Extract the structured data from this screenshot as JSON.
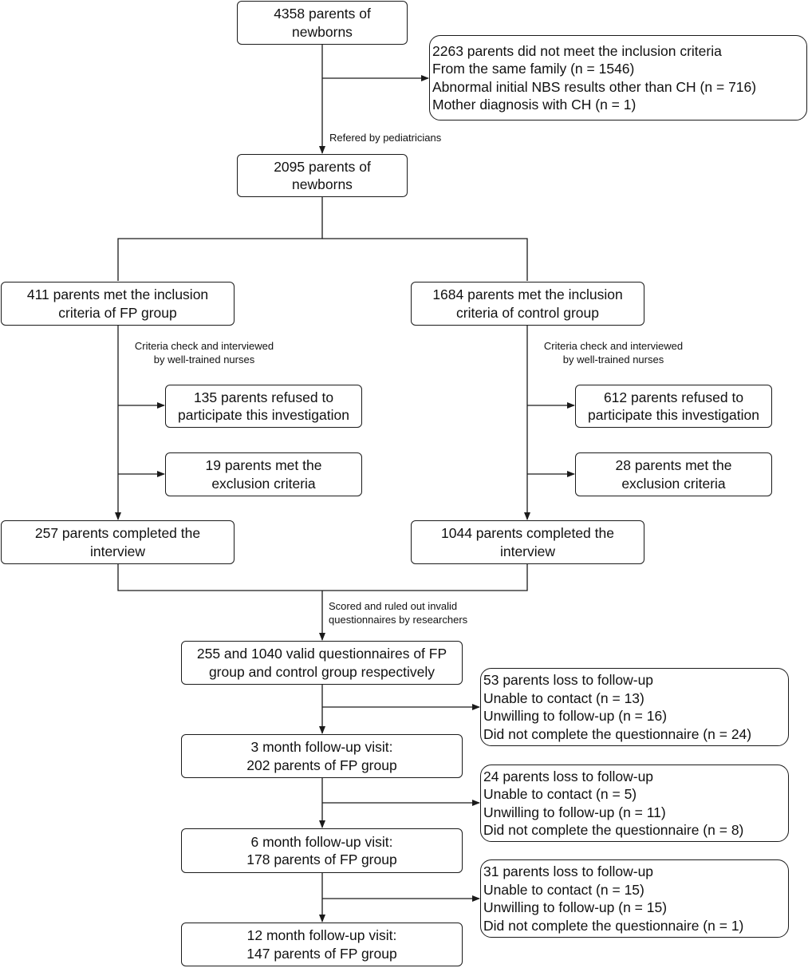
{
  "nodes": {
    "start": [
      "4358 parents of",
      "newborns"
    ],
    "excluded_initial": [
      "2263 parents did not meet the inclusion criteria",
      "From the same family (n = 1546)",
      "Abnormal initial NBS results other than CH (n = 716)",
      "Mother diagnosis with CH (n = 1)"
    ],
    "referred": [
      "2095 parents of",
      "newborns"
    ],
    "fp_inclusion": [
      "411 parents met the inclusion",
      "criteria of FP group"
    ],
    "control_inclusion": [
      "1684 parents met the inclusion",
      "criteria of control group"
    ],
    "fp_refused": [
      "135 parents refused to",
      "participate this investigation"
    ],
    "fp_excluded": [
      "19 parents met the",
      "exclusion criteria"
    ],
    "control_refused": [
      "612 parents refused to",
      "participate this investigation"
    ],
    "control_excluded": [
      "28 parents met the",
      "exclusion criteria"
    ],
    "fp_completed": [
      "257 parents completed the",
      "interview"
    ],
    "control_completed": [
      "1044 parents completed the",
      "interview"
    ],
    "valid": [
      "255 and 1040 valid questionnaires of FP",
      "group and control group respectively"
    ],
    "loss_3m": [
      "53 parents loss to follow-up",
      "Unable to contact (n = 13)",
      "Unwilling to follow-up (n = 16)",
      "Did not complete the questionnaire (n = 24)"
    ],
    "visit_3m": [
      "3 month follow-up visit:",
      "202 parents of FP group"
    ],
    "loss_6m": [
      "24 parents loss to follow-up",
      "Unable to contact (n = 5)",
      "Unwilling to follow-up (n = 11)",
      "Did not complete the questionnaire (n = 8)"
    ],
    "visit_6m": [
      "6 month follow-up visit:",
      "178 parents of FP group"
    ],
    "loss_12m": [
      "31 parents loss to follow-up",
      "Unable to contact (n = 15)",
      "Unwilling to follow-up (n = 15)",
      "Did not complete the questionnaire (n = 1)"
    ],
    "visit_12m": [
      "12 month follow-up visit:",
      "147 parents of FP group"
    ]
  },
  "notes": {
    "referred_note": [
      "Refered by pediatricians"
    ],
    "fp_check_note": [
      "Criteria check and interviewed",
      "by well-trained nurses"
    ],
    "control_check_note": [
      "Criteria check and interviewed",
      "by well-trained nurses"
    ],
    "scored_note": [
      "Scored and ruled out invalid",
      "questionnaires by researchers"
    ]
  },
  "colors": {
    "line": "#1a1a1a",
    "text": "#111111",
    "background": "#ffffff"
  }
}
